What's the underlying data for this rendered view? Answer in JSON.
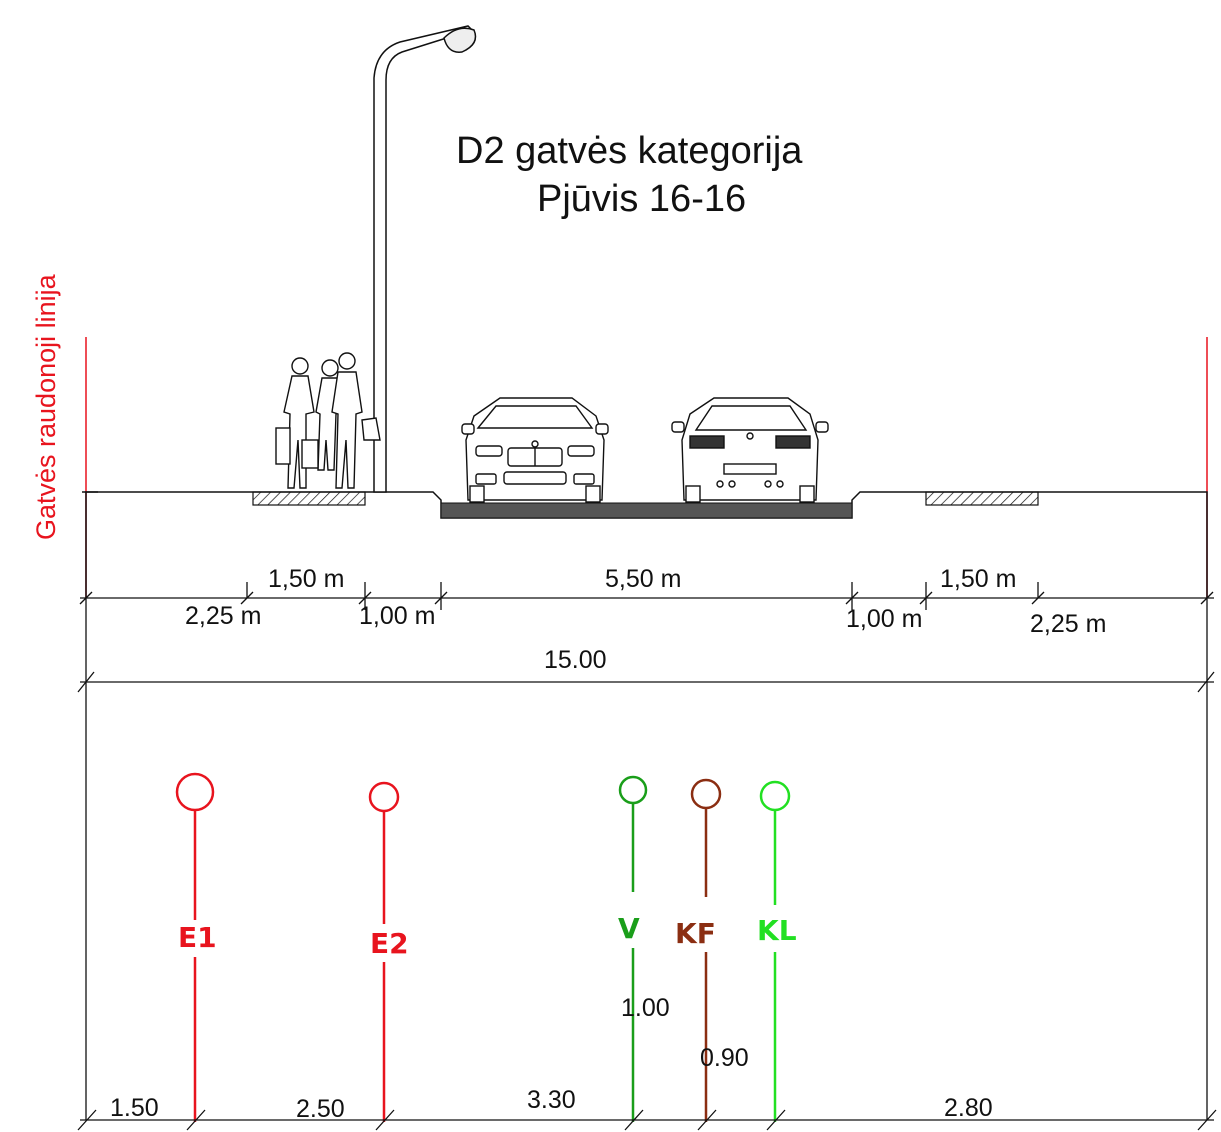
{
  "title": {
    "line1": "D2  gatvės kategorija",
    "line2": "Pjūvis 16-16"
  },
  "red_line_label": "Gatvės raudonoji linija",
  "cross_section": {
    "dimensions_upper": [
      "1,50 m",
      "5,50 m",
      "1,50 m"
    ],
    "dimensions_lower": [
      "2,25 m",
      "1,00 m",
      "1,00 m",
      "2,25 m"
    ],
    "total": "15.00"
  },
  "utilities": [
    {
      "code": "E1",
      "color": "#e8141e"
    },
    {
      "code": "E2",
      "color": "#e8141e"
    },
    {
      "code": "V",
      "color": "#1a9e1a",
      "depth": "1.00"
    },
    {
      "code": "KF",
      "color": "#8b2e12",
      "depth": "0.90"
    },
    {
      "code": "KL",
      "color": "#22e022"
    }
  ],
  "spacing_labels": [
    "1.50",
    "2.50",
    "3.30",
    "2.80"
  ],
  "colors": {
    "red_line": "#e8141e",
    "line": "#111111",
    "asphalt": "#555555"
  },
  "icons": [
    "street-lamp-icon",
    "pedestrians-icon",
    "car-front-icon",
    "car-rear-icon"
  ]
}
